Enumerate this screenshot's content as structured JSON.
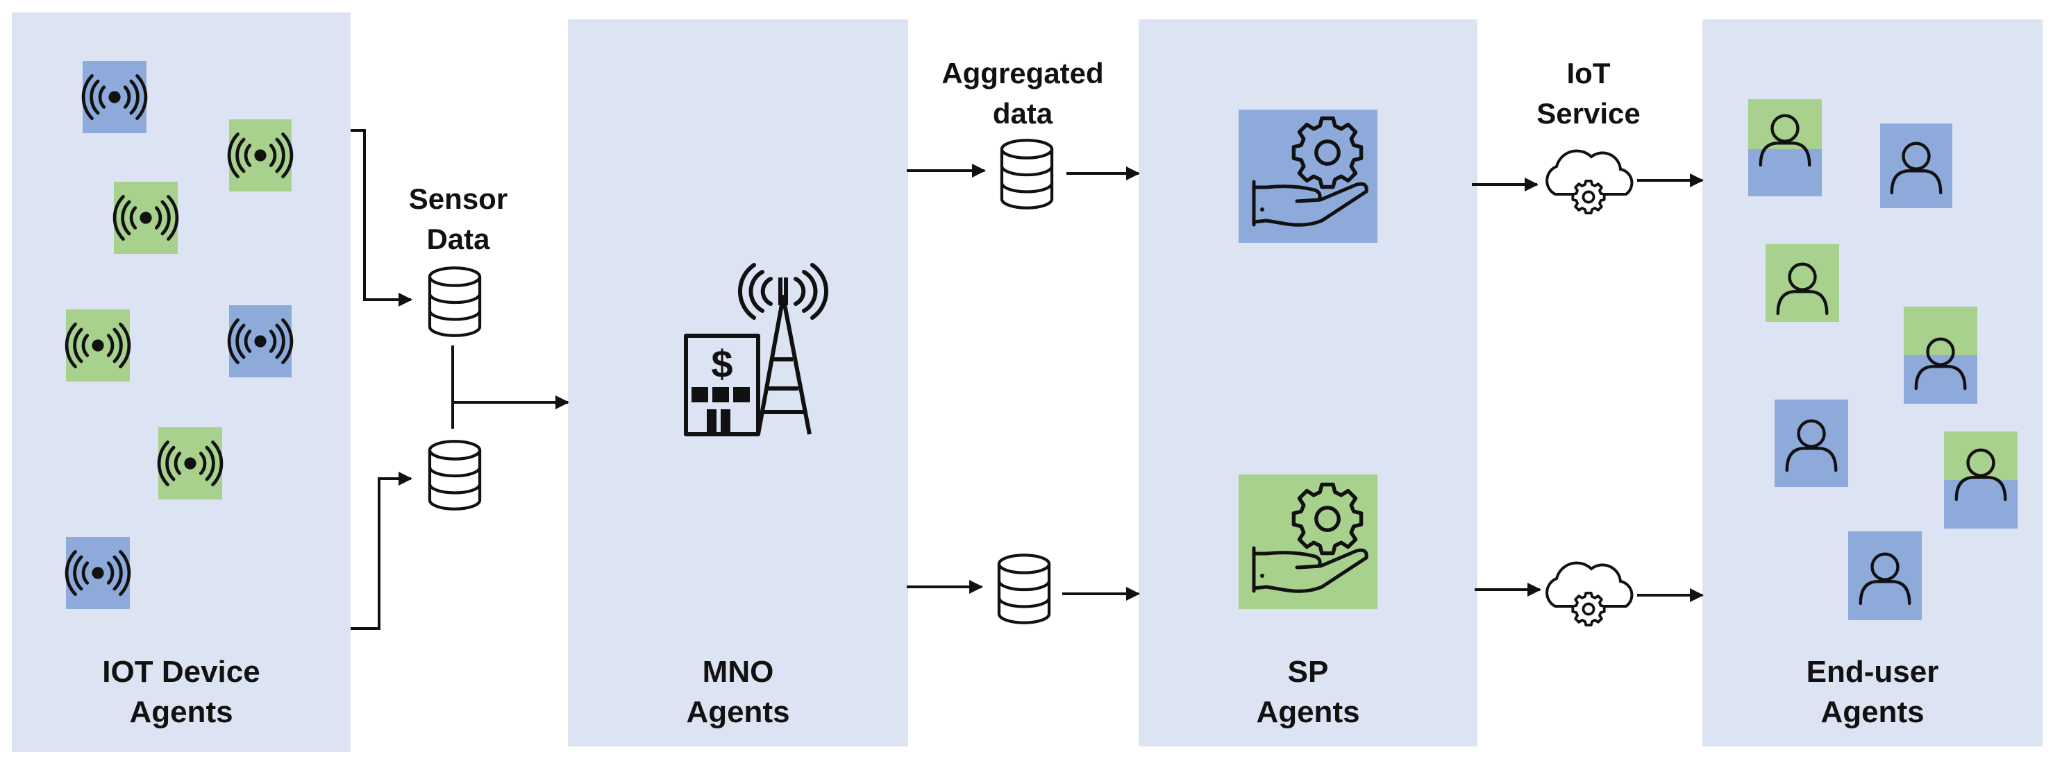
{
  "panels": {
    "iot": {
      "line1": "IOT Device",
      "line2": "Agents"
    },
    "mno": {
      "line1": "MNO",
      "line2": "Agents"
    },
    "sp": {
      "line1": "SP",
      "line2": "Agents"
    },
    "enduser": {
      "line1": "End-user",
      "line2": "Agents"
    }
  },
  "flow_labels": {
    "sensor": {
      "line1": "Sensor",
      "line2": "Data"
    },
    "aggregated": {
      "line1": "Aggregated",
      "line2": "data"
    },
    "iot_service": {
      "line1": "IoT",
      "line2": "Service"
    }
  },
  "colors": {
    "panel": "#dce3f3",
    "blue_tile": "#8eaadb",
    "green_tile": "#a9d18e",
    "stroke": "#111111"
  },
  "icons": {
    "sensor": "wireless-signal-icon",
    "database": "database-icon",
    "tower": "cell-tower-icon",
    "provider": "hand-gear-icon",
    "cloud": "cloud-gear-icon",
    "user": "user-icon"
  }
}
